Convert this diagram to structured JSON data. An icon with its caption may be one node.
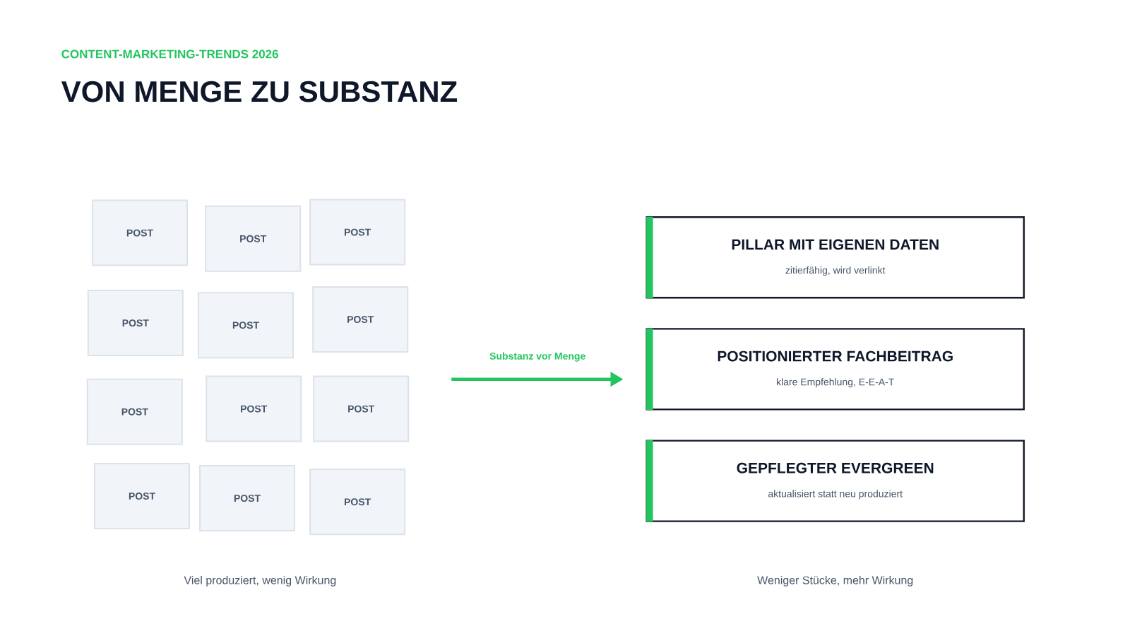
{
  "diagram": {
    "title": "VON MENGE ZU SUBSTANZ",
    "nodes": [
      {
        "text": [
          "POST"
        ]
      },
      {
        "text": [
          "POST"
        ]
      },
      {
        "text": [
          "POST"
        ]
      },
      {
        "text": [
          "POST"
        ]
      },
      {
        "text": [
          "POST"
        ]
      },
      {
        "text": [
          "POST"
        ]
      },
      {
        "text": [
          "POST"
        ]
      },
      {
        "text": [
          "POST"
        ]
      },
      {
        "text": [
          "POST"
        ]
      },
      {
        "text": [
          "POST"
        ]
      },
      {
        "text": [
          "POST"
        ]
      },
      {
        "text": [
          "POST"
        ]
      },
      {
        "text": [
          "PILLAR MIT EIGENEN DATEN",
          "zitierfähig, wird verlinkt"
        ]
      },
      {
        "text": [
          "POSITIONIERTER FACHBEITRAG",
          "klare Empfehlung, E-E-A-T"
        ]
      },
      {
        "text": [
          "GEPFLEGTER EVERGREEN",
          "aktualisiert statt neu produziert"
        ]
      }
    ],
    "edges": [
      {
        "from": 8,
        "to": 13,
        "arrow": "to",
        "label": "Substanz vor Menge"
      }
    ],
    "labels": [
      "CONTENT-MARKETING-TRENDS 2026",
      "Viel produziert, wenig Wirkung",
      "Weniger Stücke, mehr Wirkung"
    ]
  }
}
